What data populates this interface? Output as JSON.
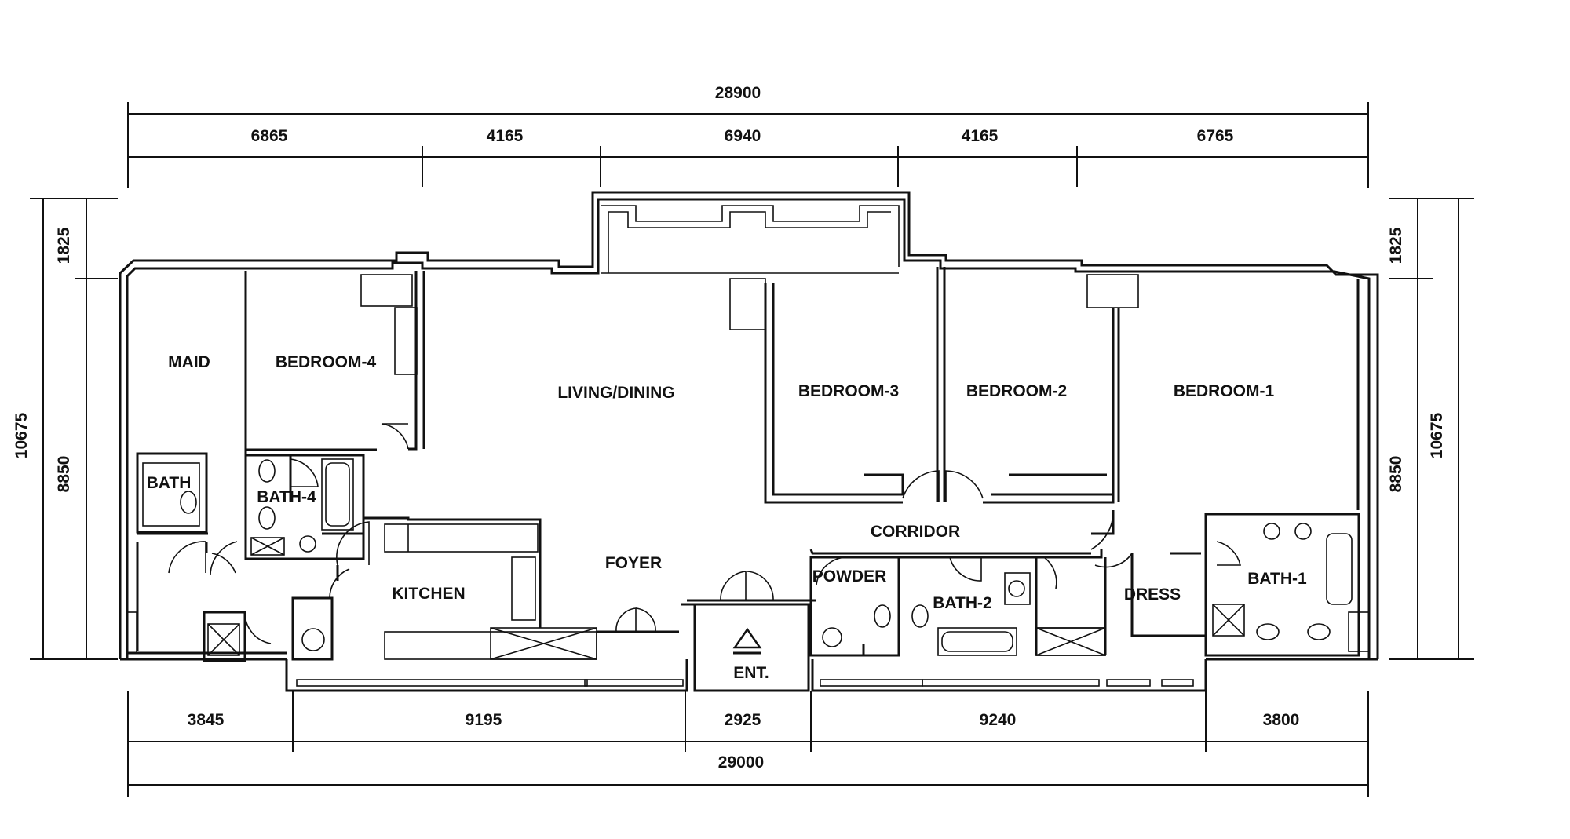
{
  "dimensions": {
    "top_total": "28900",
    "top_segments": [
      "6865",
      "4165",
      "6940",
      "4165",
      "6765"
    ],
    "bottom_total": "29000",
    "bottom_segments": [
      "3845",
      "9195",
      "2925",
      "9240",
      "3800"
    ],
    "left_outer": "10675",
    "left_inner_top": "1825",
    "left_inner_bottom": "8850",
    "right_outer": "10675",
    "right_inner_top": "1825",
    "right_inner_bottom": "8850"
  },
  "rooms": {
    "maid": "MAID",
    "bedroom4": "BEDROOM-4",
    "living": "LIVING/DINING",
    "bedroom3": "BEDROOM-3",
    "bedroom2": "BEDROOM-2",
    "bedroom1": "BEDROOM-1",
    "bath": "BATH",
    "bath4": "BATH-4",
    "corridor": "CORRIDOR",
    "foyer": "FOYER",
    "kitchen": "KITCHEN",
    "powder": "POWDER",
    "bath2": "BATH-2",
    "dress": "DRESS",
    "bath1": "BATH-1",
    "entrance": "ENT."
  }
}
